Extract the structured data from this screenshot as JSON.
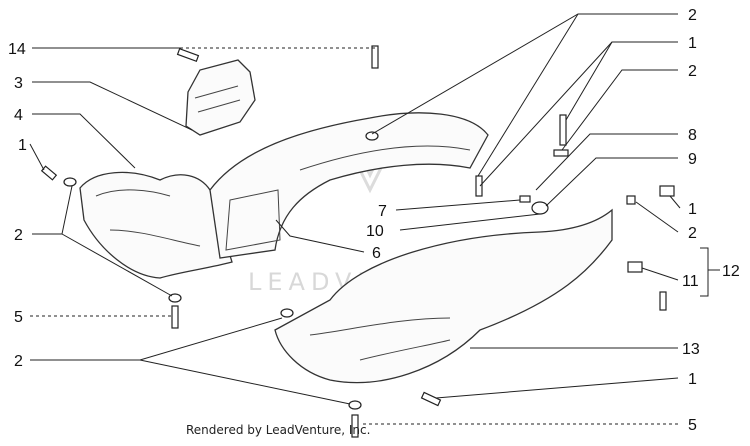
{
  "callouts": {
    "c14": "14",
    "c3": "3",
    "c4": "4",
    "c1_left": "1",
    "c2_left": "2",
    "c5_left": "5",
    "c2_bottom_left": "2",
    "c2_top": "2",
    "c1_top": "1",
    "c2_right_top": "2",
    "c8": "8",
    "c9": "9",
    "c7": "7",
    "c10": "10",
    "c6": "6",
    "c1_right": "1",
    "c2_right": "2",
    "c11": "11",
    "c12": "12",
    "c13": "13",
    "c1_bottom": "1",
    "c5_bottom": "5"
  },
  "watermark": "LEADVENTURE",
  "credit": "Rendered by LeadVenture, Inc."
}
